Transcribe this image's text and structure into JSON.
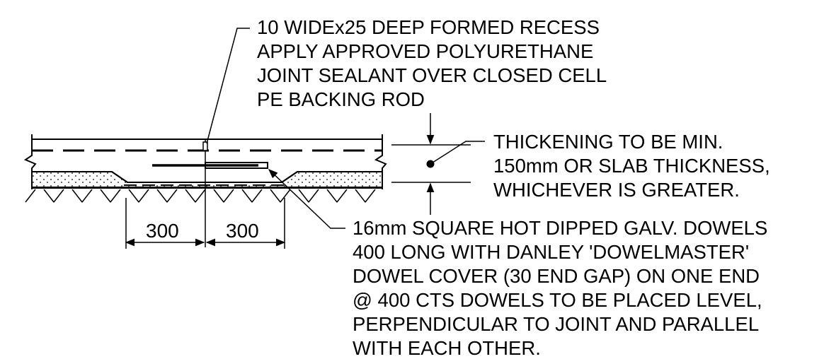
{
  "recess_note": [
    "10 WIDEx25 DEEP FORMED RECESS",
    "APPLY APPROVED POLYURETHANE",
    "JOINT SEALANT OVER CLOSED CELL",
    "PE BACKING ROD"
  ],
  "thickening_note": [
    "THICKENING TO BE MIN.",
    "150mm OR SLAB THICKNESS,",
    "WHICHEVER IS GREATER."
  ],
  "dowel_note": [
    "16mm SQUARE HOT DIPPED GALV. DOWELS",
    "400 LONG WITH DANLEY  'DOWELMASTER'",
    "DOWEL COVER (30  END GAP) ON ONE END",
    "@ 400 CTS DOWELS TO BE PLACED LEVEL,",
    "PERPENDICULAR TO JOINT AND PARALLEL",
    "WITH EACH OTHER."
  ],
  "dimensions": {
    "left": "300",
    "right": "300"
  },
  "colors": {
    "line": "#000000",
    "background": "#ffffff"
  }
}
